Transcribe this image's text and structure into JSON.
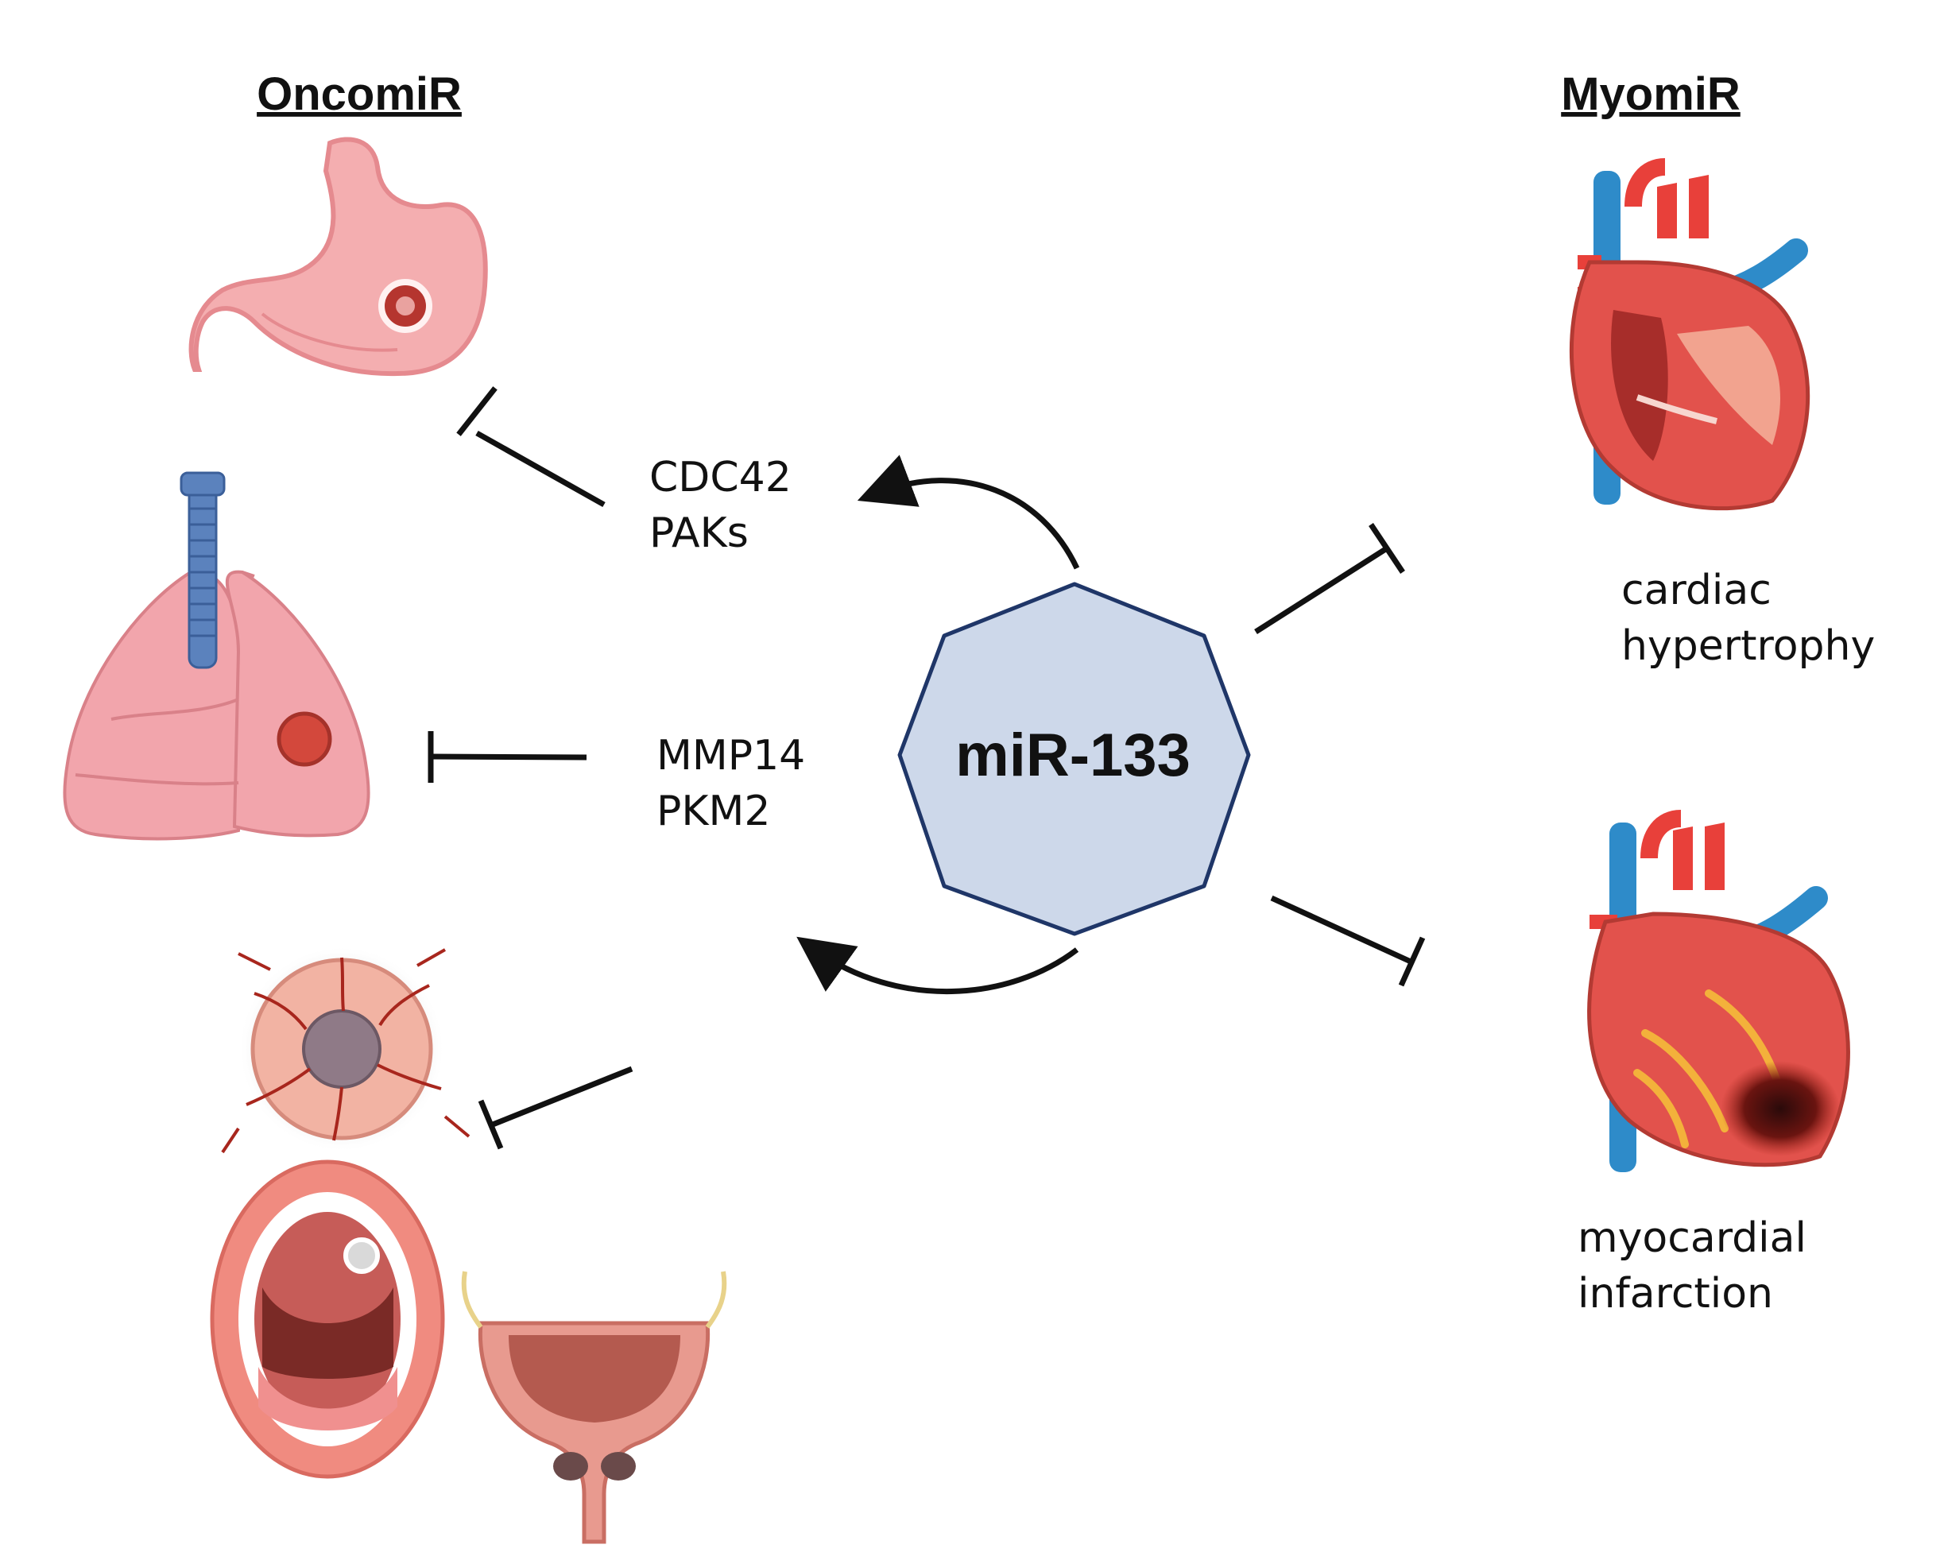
{
  "headings": {
    "left": "OncomiR",
    "right": "MyomiR"
  },
  "center": {
    "label": "miR-133",
    "fill": "#cdd8ea",
    "stroke": "#1f3668"
  },
  "targets": {
    "upper": [
      "CDC42",
      "PAKs"
    ],
    "lower": [
      "MMP14",
      "PKM2"
    ]
  },
  "conditions": {
    "hypertrophy": [
      "cardiac",
      "hypertrophy"
    ],
    "infarction": [
      "myocardial",
      "infarction"
    ]
  },
  "icons": {
    "stomach": "stomach-tumor-icon",
    "lung": "lung-tumor-icon",
    "tumor": "vascularized-tumor-icon",
    "mouth": "oral-cancer-icon",
    "prostate": "prostate-bladder-icon",
    "heart_hypertrophy": "hypertrophic-heart-icon",
    "heart_infarction": "infarcted-heart-icon"
  },
  "colors": {
    "organ_pink": "#f2a7a7",
    "tumor_red": "#c0392b",
    "artery_red": "#e8403a",
    "vein_blue": "#2e8bc9",
    "trachea_blue": "#5b82bd"
  }
}
